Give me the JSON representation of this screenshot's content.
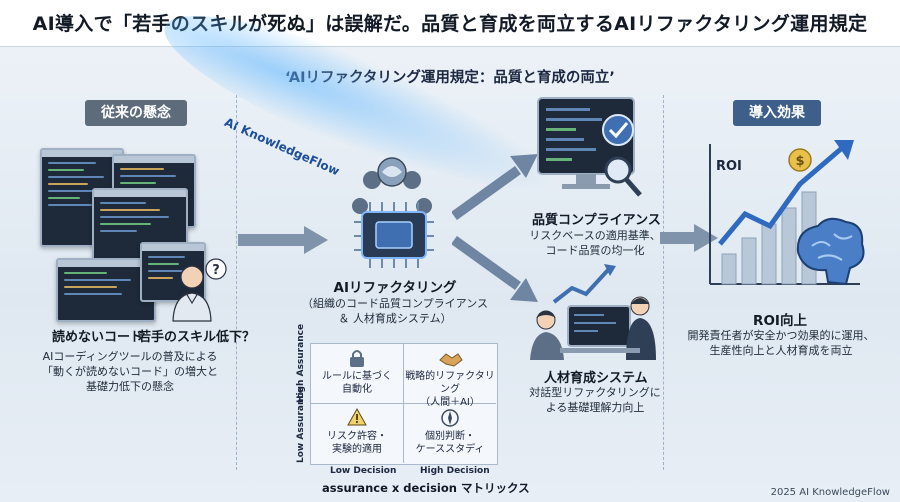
{
  "header": {
    "title": "AI導入で「若手のスキルが死ぬ」は誤解だ。品質と育成を両立するAIリファクタリング運用規定"
  },
  "diagram": {
    "subtitle": "‘AIリファクタリング運用規定：品質と育成の両立’",
    "streak_label": "AI KnowledgeFlow",
    "left": {
      "badge": "従来の懸念",
      "item1": "読めないコード",
      "item2": "若手のスキル低下？",
      "desc1": "AIコーディングツールの普及による",
      "desc2": "「動くが読めないコード」の増大と",
      "desc3": "基礎力低下の懸念"
    },
    "center": {
      "label": "AIリファクタリング",
      "sub1": "（組織のコード品質コンプライアンス",
      "sub2": "＆ 人材育成システム）"
    },
    "quality": {
      "label": "品質コンプライアンス",
      "sub1": "リスクベースの適用基準、",
      "sub2": "コード品質の均一化"
    },
    "hr": {
      "label": "人材育成システム",
      "sub1": "対話型リファクタリングに",
      "sub2": "よる基礎理解力向上"
    },
    "right": {
      "badge": "導入効果",
      "roi_chart": "ROI",
      "dollar": "$",
      "label": "ROI向上",
      "sub1": "開発責任者が安全かつ効果的に運用、",
      "sub2": "生産性向上と人材育成を両立"
    },
    "matrix": {
      "cell_tl": [
        "ルールに基づく",
        "自動化"
      ],
      "cell_tr": [
        "戦略的リファクタリング",
        "（人間＋AI）"
      ],
      "cell_bl": [
        "リスク許容・",
        "実験的適用"
      ],
      "cell_br": [
        "個別判断・",
        "ケーススタディ"
      ],
      "y_high": "High Assurance",
      "y_low": "Low Assurance",
      "x_low": "Low Decision",
      "x_high": "High Decision",
      "caption": "assurance x decision マトリックス"
    },
    "footer": "2025 AI KnowledgeFlow"
  }
}
